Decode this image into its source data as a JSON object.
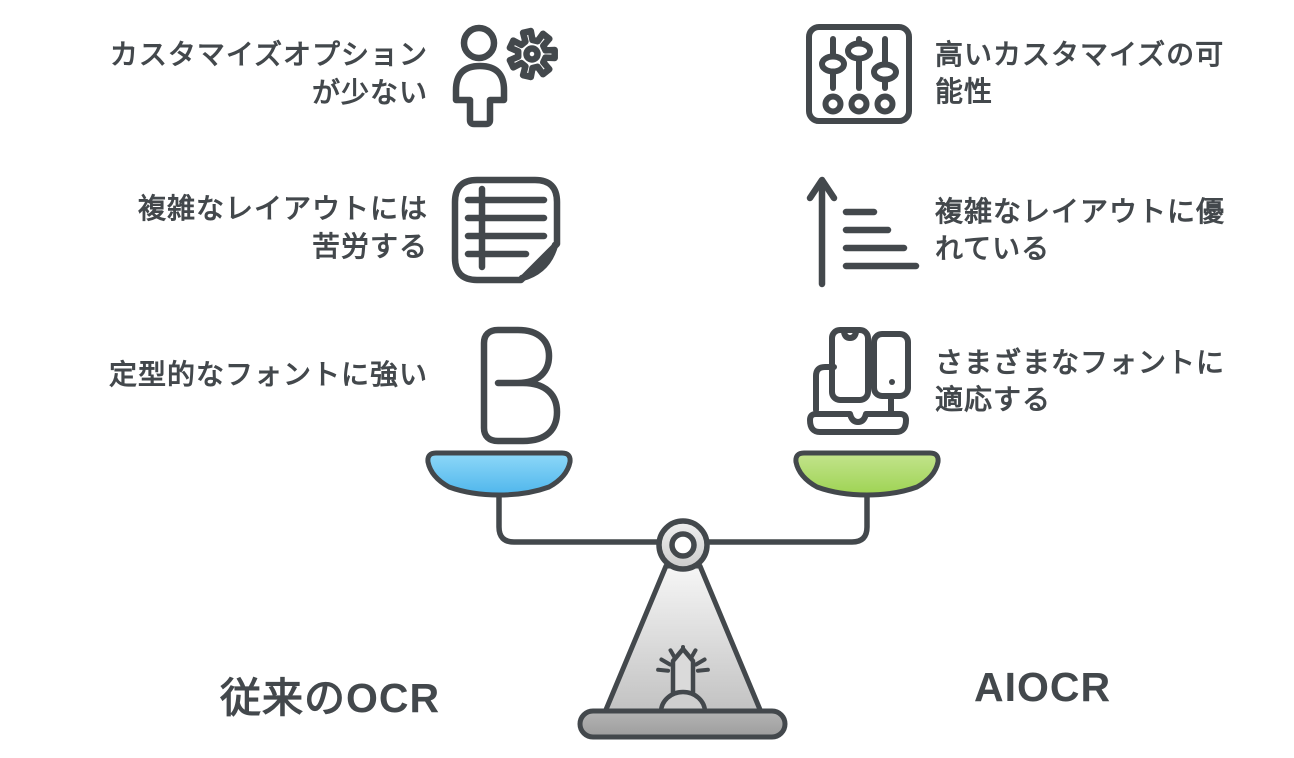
{
  "diagram": {
    "type": "balance-scale-comparison",
    "topic": "OCR comparison"
  },
  "comparison": {
    "left": {
      "title": "従来のOCR",
      "pan_color": "#5bc0f0",
      "items": [
        {
          "icon": "person-gear-icon",
          "text": "カスタマイズオプションが少ない",
          "lines": [
            "カスタマイズオプション",
            "が少ない"
          ]
        },
        {
          "icon": "document-lines-icon",
          "text": "複雑なレイアウトには苦労する",
          "lines": [
            "複雑なレイアウトには",
            "苦労する"
          ]
        },
        {
          "icon": "letter-b-icon",
          "text": "定型的なフォントに強い",
          "lines": [
            "定型的なフォントに強い"
          ]
        }
      ]
    },
    "right": {
      "title": "AIOCR",
      "pan_color": "#a9d768",
      "items": [
        {
          "icon": "sliders-icon",
          "text": "高いカスタマイズの可能性",
          "lines": [
            "高いカスタマイズの可",
            "能性"
          ]
        },
        {
          "icon": "arrow-up-lines-icon",
          "text": "複雑なレイアウトに優れている",
          "lines": [
            "複雑なレイアウトに優",
            "れている"
          ]
        },
        {
          "icon": "devices-icon",
          "text": "さまざまなフォントに適応する",
          "lines": [
            "さまざまなフォントに",
            "適応する"
          ]
        }
      ]
    }
  },
  "colors": {
    "background": "#ffffff",
    "outline": "#43484c",
    "text": "#43484c",
    "left_pan_top": "#8ed8f8",
    "left_pan_bottom": "#4fb6ec",
    "right_pan_top": "#c3e48d",
    "right_pan_bottom": "#9ed353",
    "pedestal_top": "#f4f4f4",
    "pedestal_bottom": "#c2c2c2",
    "base_bar": "#a9a9a9"
  }
}
